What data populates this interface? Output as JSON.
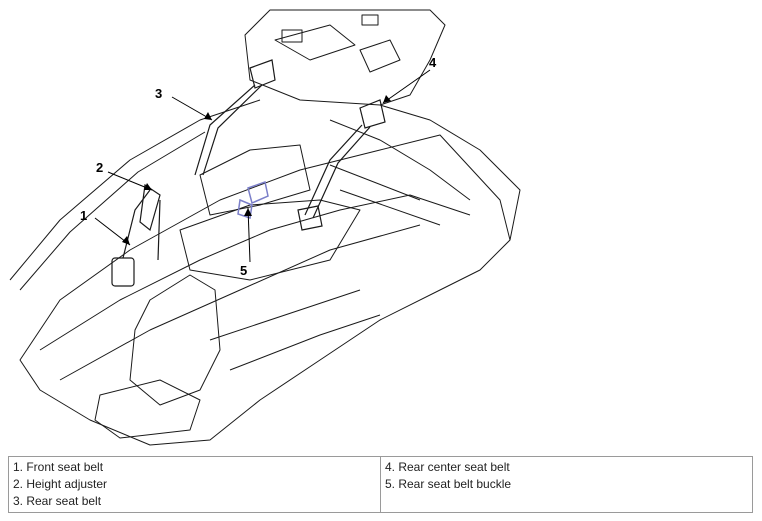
{
  "callouts": [
    "1",
    "2",
    "3",
    "4",
    "5"
  ],
  "legend": {
    "left": [
      "1. Front seat belt",
      "2. Height adjuster",
      "3. Rear seat belt"
    ],
    "right": [
      "4. Rear center seat belt",
      "5. Rear seat belt buckle"
    ]
  },
  "colors": {
    "line": "#1a1a1a",
    "buckle": "#7b7fc9",
    "border": "#9a9a9a"
  }
}
